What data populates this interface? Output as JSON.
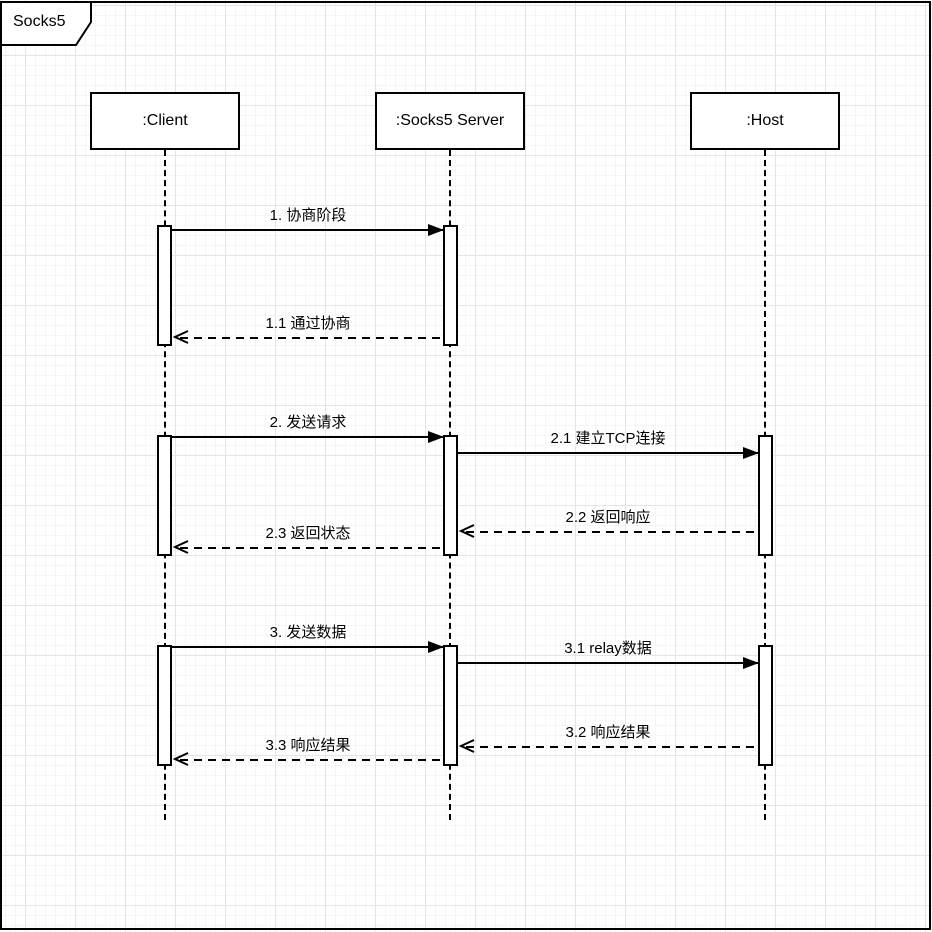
{
  "diagram": {
    "title": "Socks5",
    "type": "uml-sequence-diagram",
    "lifelines": [
      {
        "label": ":Client"
      },
      {
        "label": ":Socks5 Server"
      },
      {
        "label": ":Host"
      }
    ],
    "messages": [
      {
        "label": "1. 协商阶段",
        "from": ":Client",
        "to": ":Socks5 Server",
        "style": "solid"
      },
      {
        "label": "1.1 通过协商",
        "from": ":Socks5 Server",
        "to": ":Client",
        "style": "dashed"
      },
      {
        "label": "2. 发送请求",
        "from": ":Client",
        "to": ":Socks5 Server",
        "style": "solid"
      },
      {
        "label": "2.1 建立TCP连接",
        "from": ":Socks5 Server",
        "to": ":Host",
        "style": "solid"
      },
      {
        "label": "2.2 返回响应",
        "from": ":Host",
        "to": ":Socks5 Server",
        "style": "dashed"
      },
      {
        "label": "2.3 返回状态",
        "from": ":Socks5 Server",
        "to": ":Client",
        "style": "dashed"
      },
      {
        "label": "3. 发送数据",
        "from": ":Client",
        "to": ":Socks5 Server",
        "style": "solid"
      },
      {
        "label": "3.1 relay数据",
        "from": ":Socks5 Server",
        "to": ":Host",
        "style": "solid"
      },
      {
        "label": "3.2 响应结果",
        "from": ":Host",
        "to": ":Socks5 Server",
        "style": "dashed"
      },
      {
        "label": "3.3 响应结果",
        "from": ":Socks5 Server",
        "to": ":Client",
        "style": "dashed"
      }
    ],
    "colors": {
      "stroke": "#000000",
      "fill": "#ffffff",
      "grid_minor": "#f5f5f5",
      "grid_major": "#e4e4e4"
    }
  }
}
